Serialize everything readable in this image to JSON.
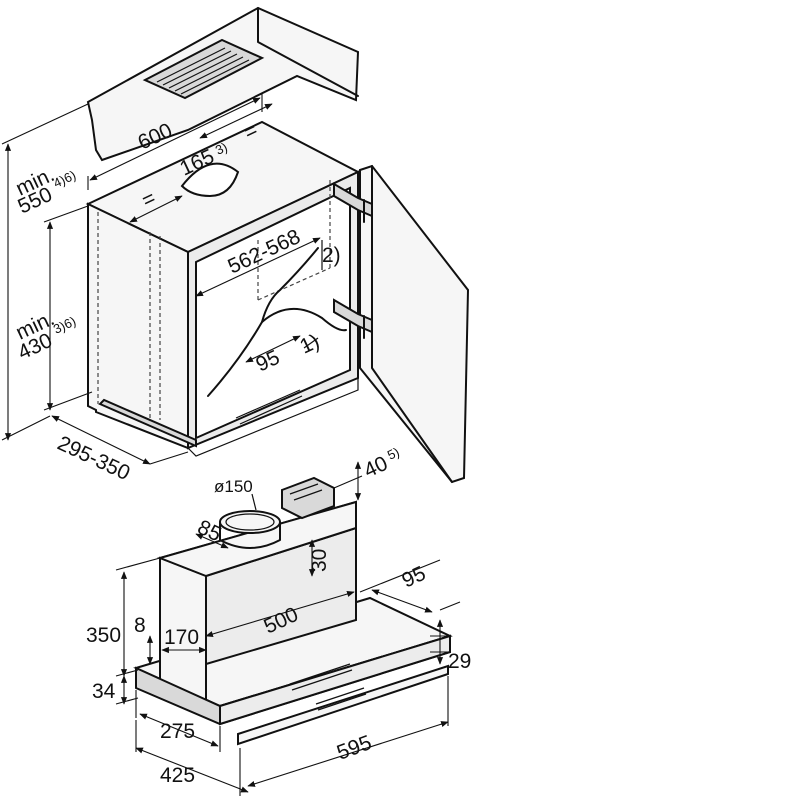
{
  "labels": {
    "width_600": "600",
    "offset_165": "165",
    "offset_165_note": "3)",
    "eq_mark": "=",
    "min_550_prefix": "min.",
    "min_550": "550",
    "min_550_note": "4)6)",
    "inner_width": "562-568",
    "callout_2": "2)",
    "min_430_prefix": "min.",
    "min_430": "430",
    "min_430_note": "3)6)",
    "dim_95_top": "95",
    "callout_1": "1)",
    "depth": "295-350",
    "duct_diameter": "ø150",
    "dim_40": "40",
    "dim_40_note": "5)",
    "dim_85": "85",
    "dim_30": "30",
    "dim_95_right": "95",
    "dim_500": "500",
    "dim_350": "350",
    "dim_8": "8",
    "dim_170": "170",
    "dim_29": "29",
    "dim_34": "34",
    "dim_275": "275",
    "dim_595": "595",
    "dim_425": "425"
  }
}
